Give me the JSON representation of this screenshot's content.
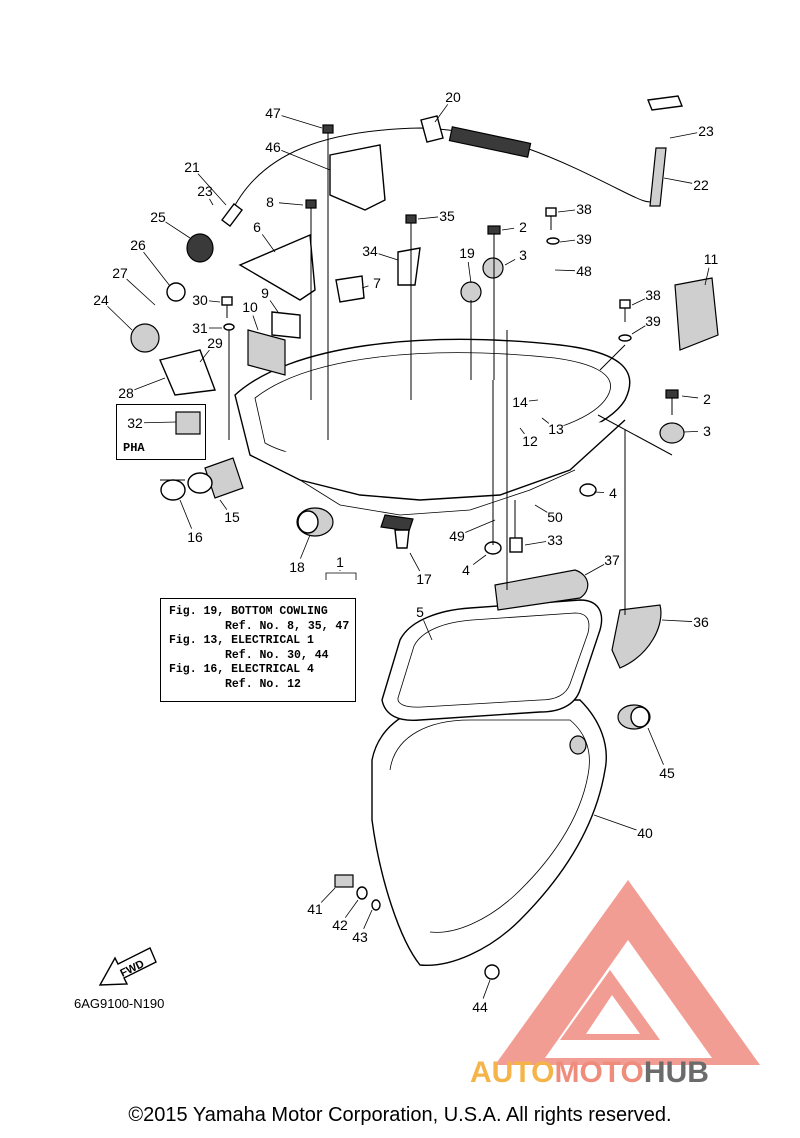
{
  "diagram": {
    "code": "6AG9100-N190",
    "pha_label": "PHA",
    "fwd_label": "FWD",
    "callouts": [
      "1",
      "2",
      "3",
      "4",
      "5",
      "6",
      "7",
      "8",
      "9",
      "10",
      "11",
      "12",
      "13",
      "14",
      "15",
      "16",
      "17",
      "18",
      "19",
      "20",
      "21",
      "22",
      "23",
      "24",
      "25",
      "26",
      "27",
      "28",
      "29",
      "30",
      "31",
      "32",
      "33",
      "34",
      "35",
      "36",
      "37",
      "38",
      "39",
      "40",
      "41",
      "42",
      "43",
      "44",
      "45",
      "46",
      "47",
      "48",
      "49",
      "50"
    ],
    "reference_note": [
      "Fig. 19, BOTTOM COWLING",
      "Ref. No. 8, 35, 47",
      "Fig. 13, ELECTRICAL 1",
      "Ref. No. 30, 44",
      "Fig. 16, ELECTRICAL 4",
      "Ref. No. 12"
    ]
  },
  "watermark": {
    "brand_part1": "AUTO",
    "brand_part2": "MOTO",
    "brand_part3": "HUB",
    "colors": {
      "auto": "#f5b44a",
      "moto": "#ef8d7c",
      "hub": "#6b6b6b",
      "logo": "#f08c82"
    }
  },
  "footer": {
    "copyright": "©2015 Yamaha Motor Corporation, U.S.A. All rights reserved."
  }
}
